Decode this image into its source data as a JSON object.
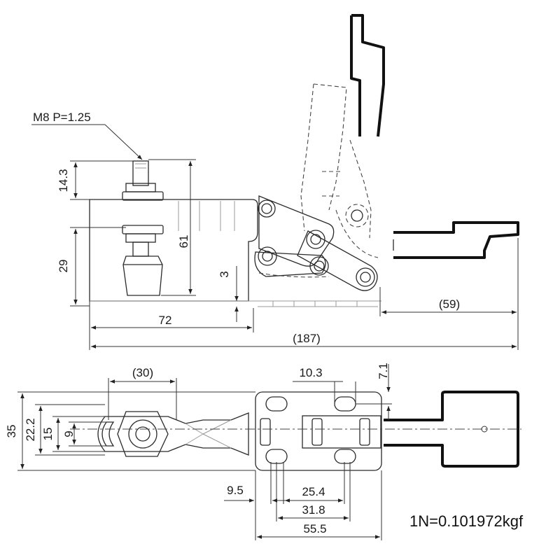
{
  "thread_label": "M8 P=1.25",
  "side_view": {
    "dim_stud_height": "14.3",
    "dim_base_height": "29",
    "dim_total_height": "61",
    "dim_plate_thickness": "3",
    "dim_body_length": "72",
    "dim_handle_reach": "(59)",
    "dim_overall_length": "(187)"
  },
  "top_view": {
    "dim_spindle_travel": "(30)",
    "dim_hole_spacing_y": "10.3",
    "dim_hole_offset": "7.1",
    "dim_width": "35",
    "dim_bar_width": "22.2",
    "dim_slot_width": "15",
    "dim_slot_inner": "9",
    "dim_edge_offset": "9.5",
    "dim_hole_pitch_inner": "25.4",
    "dim_hole_pitch_outer": "31.8",
    "dim_base_length": "55.5"
  },
  "unit_note": "1N=0.101972kgf"
}
